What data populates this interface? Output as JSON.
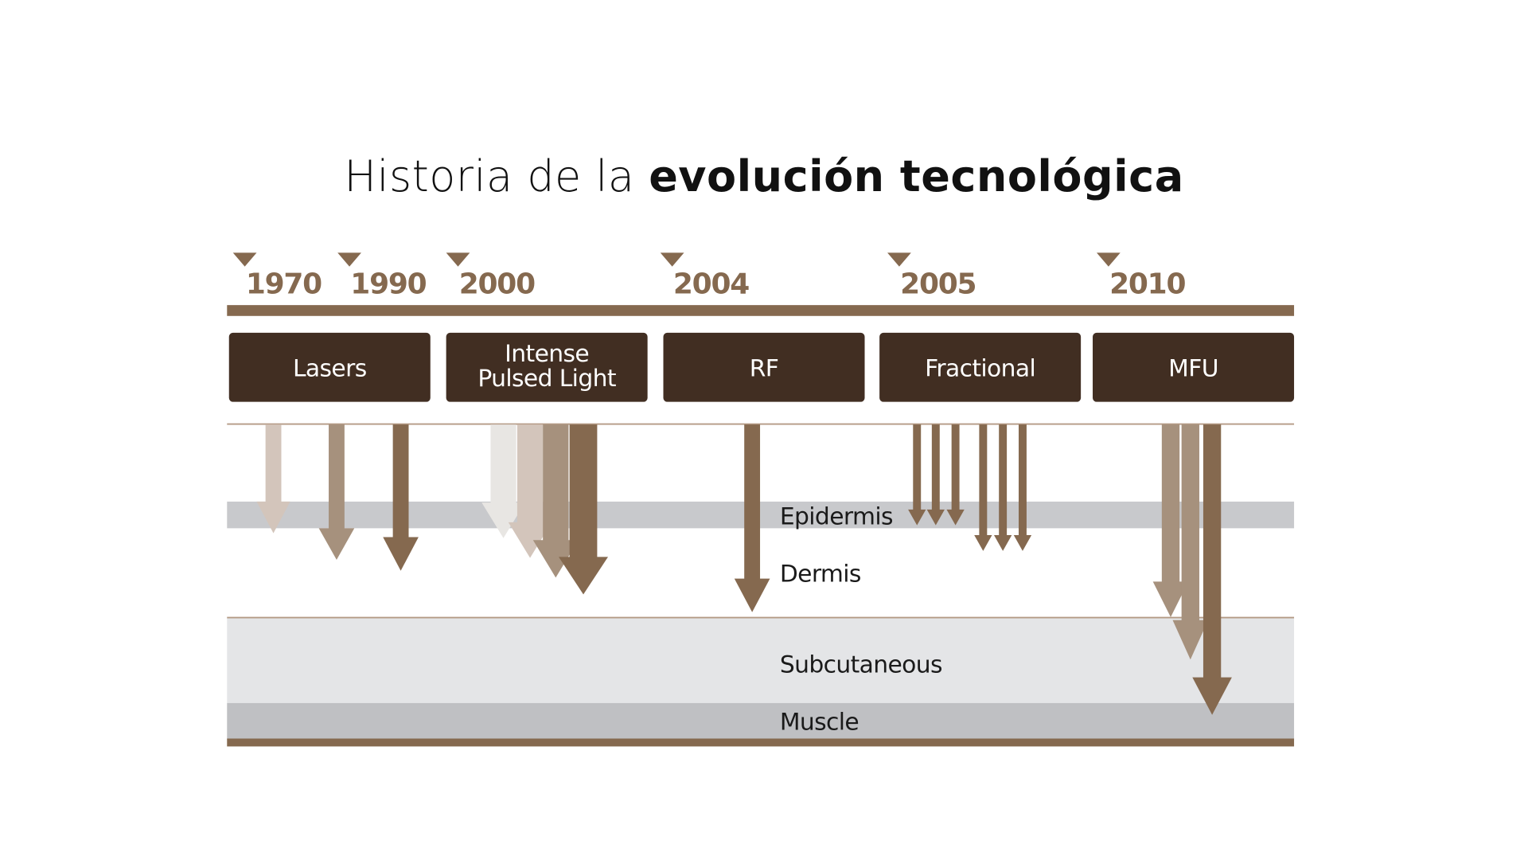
{
  "title": {
    "regular": "Historia de la ",
    "bold": "evolución tecnológica"
  },
  "timeline": {
    "years": [
      "1970",
      "1990",
      "2000",
      "2004",
      "2005",
      "2010"
    ],
    "technologies": [
      {
        "line1": "Lasers"
      },
      {
        "line1": "Intense",
        "line2": "Pulsed Light"
      },
      {
        "line1": "RF"
      },
      {
        "line1": "Fractional"
      },
      {
        "line1": "MFU"
      }
    ]
  },
  "layers": {
    "epidermis": "Epidermis",
    "dermis": "Dermis",
    "subcutaneous": "Subcutaneous",
    "muscle": "Muscle"
  },
  "colors": {
    "accent": "#85694f",
    "box": "#412e22",
    "arrow_light": "#d3c5bb",
    "arrow_lighter": "#e8e6e3",
    "arrow_mid": "#a6917d",
    "arrow_dark": "#85694f",
    "epidermis_band": "#c8c9cc",
    "subcutaneous_band": "#e4e5e7",
    "muscle_band": "#bfc0c3"
  }
}
